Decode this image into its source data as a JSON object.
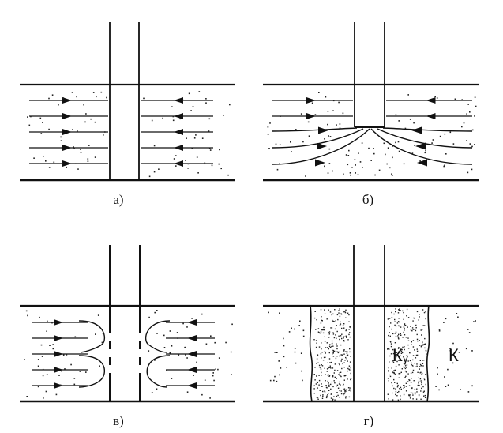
{
  "panels": [
    {
      "id": "a",
      "label": "а)"
    },
    {
      "id": "b",
      "label": "б)"
    },
    {
      "id": "c",
      "label": "в)"
    },
    {
      "id": "d",
      "label": "г)"
    }
  ],
  "zone_labels": {
    "altered": "Кᵧ",
    "formation": "К"
  },
  "colors": {
    "ink": "#111111",
    "background": "#ffffff"
  }
}
